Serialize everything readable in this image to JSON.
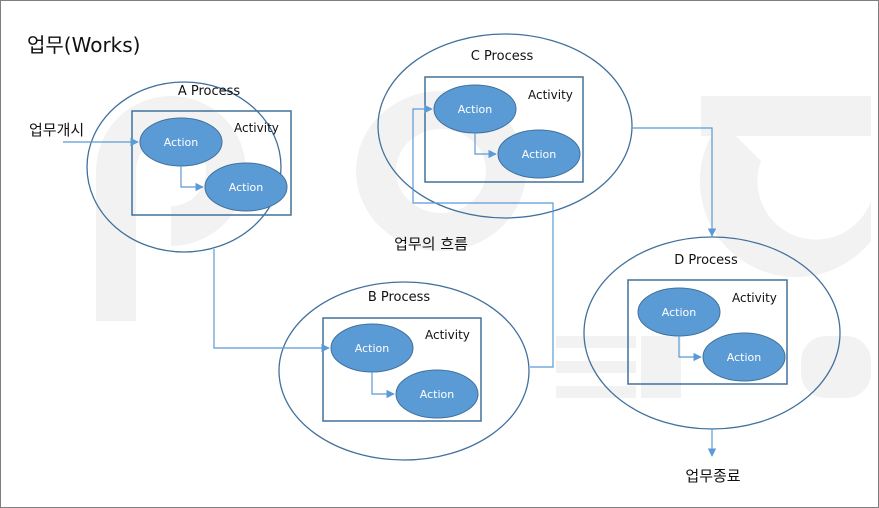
{
  "title": "업무(Works)",
  "start_label": "업무개시",
  "end_label": "업무종료",
  "flow_label": "업무의 흐름",
  "watermark": "posco",
  "processes": {
    "a": {
      "name": "A Process",
      "activity": "Activity",
      "action1": "Action",
      "action2": "Action"
    },
    "b": {
      "name": "B Process",
      "activity": "Activity",
      "action1": "Action",
      "action2": "Action"
    },
    "c": {
      "name": "C Process",
      "activity": "Activity",
      "action1": "Action",
      "action2": "Action"
    },
    "d": {
      "name": "D Process",
      "activity": "Activity",
      "action1": "Action",
      "action2": "Action"
    }
  },
  "colors": {
    "ellipse_stroke": "#41719c",
    "action_fill": "#5b9bd5",
    "action_stroke": "#41719c",
    "connector": "#5b9bd5",
    "watermark": "#f2f2f2"
  }
}
